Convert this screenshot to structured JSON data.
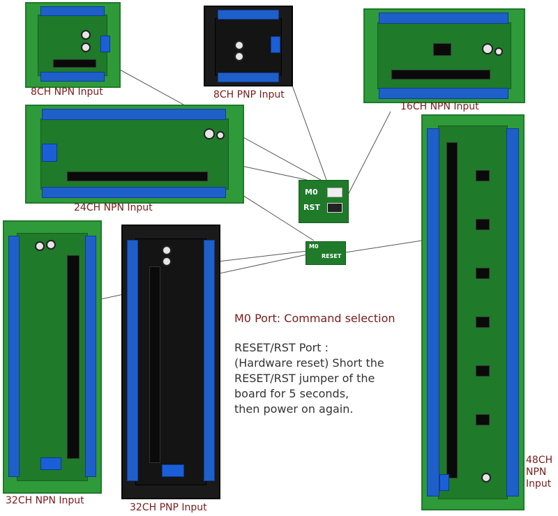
{
  "labels": {
    "ch8_npn": "8CH NPN Input",
    "ch8_pnp": "8CH PNP Input",
    "ch16_npn": "16CH NPN Input",
    "ch24_npn": "24CH NPN Input",
    "ch32_npn": "32CH NPN Input",
    "ch32_pnp": "32CH PNP Input",
    "ch48_npn_1": "48CH",
    "ch48_npn_2": "NPN",
    "ch48_npn_3": "Input"
  },
  "jumpers": {
    "m0": "M0",
    "rst": "RST",
    "m0_small": "M0",
    "reset_small": "RESET"
  },
  "notes": {
    "m0_line": "M0 Port: Command selection",
    "reset_1": "RESET/RST Port :",
    "reset_2": "(Hardware reset) Short the",
    "reset_3": "RESET/RST jumper of the",
    "reset_4": "board for 5 seconds,",
    "reset_5": "then power on again."
  },
  "colors": {
    "label_text": "#7a1b1b",
    "note_m0": "#7a1b1b",
    "note_reset": "#333333",
    "pcb_green": "#1f7a2a",
    "rail_green": "#2f9a3a",
    "terminal_blue": "#1f5fc9"
  }
}
